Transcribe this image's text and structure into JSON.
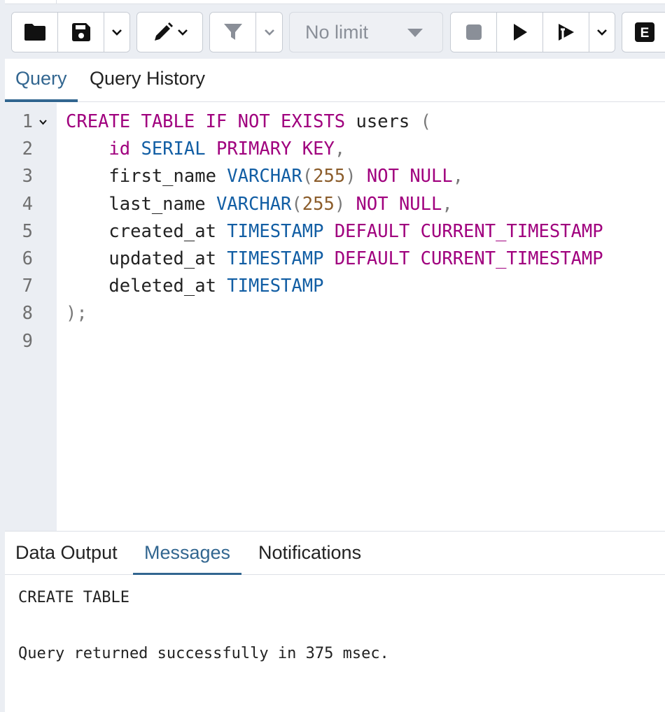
{
  "toolbar": {
    "buttons": [
      {
        "icon": "folder-open-icon"
      },
      {
        "icon": "save-icon"
      },
      {
        "icon": "chevron-down-icon"
      },
      {
        "icon": "edit-pencil-icon"
      },
      {
        "icon": "filter-icon"
      },
      {
        "icon": "stop-icon"
      },
      {
        "icon": "execute-icon"
      },
      {
        "icon": "execute-script-icon"
      },
      {
        "icon": "explain-icon",
        "label": "E"
      }
    ],
    "limit_value": "No limit"
  },
  "query_tabs": [
    "Query",
    "Query History"
  ],
  "active_query_tab": "Query",
  "editor": {
    "line_numbers": [
      "1",
      "2",
      "3",
      "4",
      "5",
      "6",
      "7",
      "8",
      "9"
    ],
    "lines": [
      [
        {
          "t": "CREATE TABLE IF NOT EXISTS",
          "c": "kw"
        },
        {
          "t": " users ",
          "c": "id"
        },
        {
          "t": "(",
          "c": "pn"
        }
      ],
      [
        {
          "t": "    id",
          "c": "kw"
        },
        {
          "t": " ",
          "c": "id"
        },
        {
          "t": "SERIAL",
          "c": "ty"
        },
        {
          "t": " ",
          "c": "id"
        },
        {
          "t": "PRIMARY KEY",
          "c": "kw"
        },
        {
          "t": ",",
          "c": "pn"
        }
      ],
      [
        {
          "t": "    first_name ",
          "c": "id"
        },
        {
          "t": "VARCHAR",
          "c": "ty"
        },
        {
          "t": "(",
          "c": "pn"
        },
        {
          "t": "255",
          "c": "num"
        },
        {
          "t": ") ",
          "c": "pn"
        },
        {
          "t": "NOT NULL",
          "c": "kw"
        },
        {
          "t": ",",
          "c": "pn"
        }
      ],
      [
        {
          "t": "    last_name ",
          "c": "id"
        },
        {
          "t": "VARCHAR",
          "c": "ty"
        },
        {
          "t": "(",
          "c": "pn"
        },
        {
          "t": "255",
          "c": "num"
        },
        {
          "t": ") ",
          "c": "pn"
        },
        {
          "t": "NOT NULL",
          "c": "kw"
        },
        {
          "t": ",",
          "c": "pn"
        }
      ],
      [
        {
          "t": "    created_at ",
          "c": "id"
        },
        {
          "t": "TIMESTAMP",
          "c": "ty"
        },
        {
          "t": " ",
          "c": "id"
        },
        {
          "t": "DEFAULT CURRENT_TIMESTAMP",
          "c": "kw"
        }
      ],
      [
        {
          "t": "    updated_at ",
          "c": "id"
        },
        {
          "t": "TIMESTAMP",
          "c": "ty"
        },
        {
          "t": " ",
          "c": "id"
        },
        {
          "t": "DEFAULT CURRENT_TIMESTAMP",
          "c": "kw"
        }
      ],
      [
        {
          "t": "    deleted_at ",
          "c": "id"
        },
        {
          "t": "TIMESTAMP",
          "c": "ty"
        }
      ],
      [
        {
          "t": ");",
          "c": "pn"
        }
      ],
      []
    ]
  },
  "result_tabs": [
    "Data Output",
    "Messages",
    "Notifications"
  ],
  "active_result_tab": "Messages",
  "messages": {
    "status": "CREATE TABLE",
    "detail": "Query returned successfully in 375 msec."
  },
  "colors": {
    "accent": "#326690",
    "keyword": "#a0007e",
    "type": "#125ea4",
    "number": "#8b5c2a",
    "toolbar_bg": "#ebeef3"
  }
}
